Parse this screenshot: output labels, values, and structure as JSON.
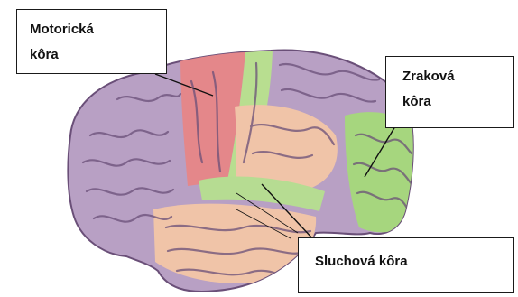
{
  "figure": {
    "colors": {
      "association_cortex": "#b8a0c4",
      "motor_cortex": "#e4878a",
      "somatosensory_cortex": "#b8de90",
      "parietal_sensory_area": "#f0c4a8",
      "visual_cortex": "#a6d67e",
      "auditory_cortex": "#b6dc92",
      "outline": "#6a4f78"
    }
  },
  "labels": {
    "motor": {
      "line1": "Motorická",
      "line2": "kôra"
    },
    "visual": {
      "line1": "Zraková",
      "line2": "kôra"
    },
    "auditory": {
      "line1": "Sluchová kôra"
    }
  }
}
